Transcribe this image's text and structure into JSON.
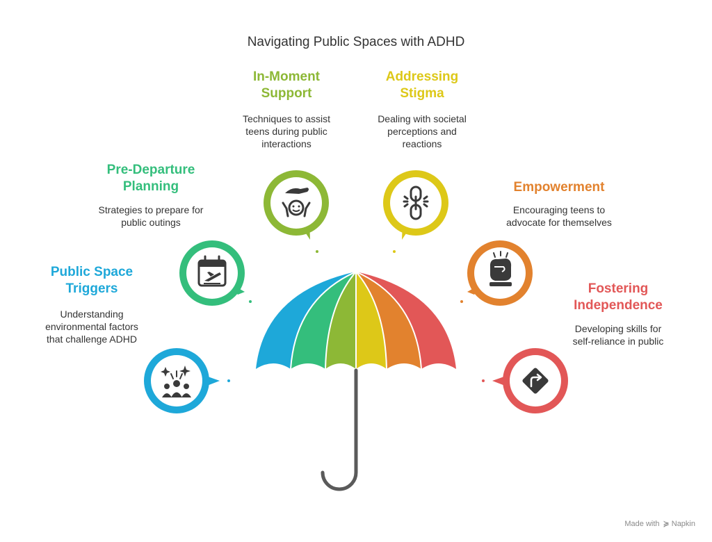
{
  "title": "Navigating Public Spaces with ADHD",
  "colors": {
    "blue": "#1EA8D9",
    "green": "#34BE7C",
    "lime": "#8DB836",
    "yellow": "#DDC818",
    "orange": "#E2822E",
    "red": "#E25757",
    "handle": "#5A5A5A",
    "icon": "#3A3A3A"
  },
  "items": [
    {
      "heading_line1": "Public Space",
      "heading_line2": "Triggers",
      "desc_line1": "Understanding",
      "desc_line2": "environmental factors",
      "desc_line3": "that challenge ADHD",
      "icon": "crowd-sparkle-icon",
      "color": "#1EA8D9"
    },
    {
      "heading_line1": "Pre-Departure",
      "heading_line2": "Planning",
      "desc_line1": "Strategies to prepare for",
      "desc_line2": "public outings",
      "icon": "calendar-plane-icon",
      "color": "#34BE7C"
    },
    {
      "heading_line1": "In-Moment",
      "heading_line2": "Support",
      "desc_line1": "Techniques to assist",
      "desc_line2": "teens during public",
      "desc_line3": "interactions",
      "icon": "hand-support-icon",
      "color": "#8DB836"
    },
    {
      "heading_line1": "Addressing",
      "heading_line2": "Stigma",
      "desc_line1": "Dealing with societal",
      "desc_line2": "perceptions and",
      "desc_line3": "reactions",
      "icon": "broken-chain-icon",
      "color": "#DDC818"
    },
    {
      "heading_line1": "Empowerment",
      "desc_line1": "Encouraging teens to",
      "desc_line2": "advocate for themselves",
      "icon": "raised-fist-icon",
      "color": "#E2822E"
    },
    {
      "heading_line1": "Fostering",
      "heading_line2": "Independence",
      "desc_line1": "Developing skills for",
      "desc_line2": "self-reliance in public",
      "icon": "direction-sign-icon",
      "color": "#E25757"
    }
  ],
  "footer": {
    "made_with": "Made with",
    "brand": "Napkin"
  }
}
